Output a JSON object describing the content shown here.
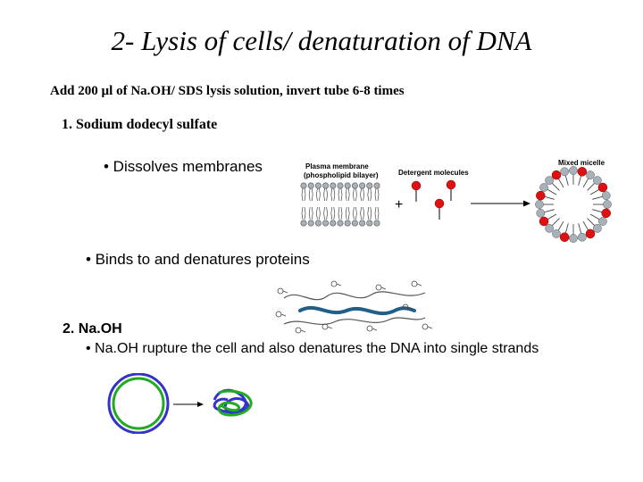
{
  "slide": {
    "title": "2- Lysis of cells/ denaturation of DNA",
    "instruction": "Add 200 µl of Na.OH/ SDS lysis solution, invert tube 6-8 times",
    "section1": {
      "heading": "1. Sodium dodecyl sulfate",
      "bullets": [
        "• Dissolves membranes",
        "• Binds to and denatures proteins"
      ]
    },
    "section2": {
      "heading": "2. Na.OH",
      "bullet": "• Na.OH rupture the cell and also denatures the DNA into single strands"
    },
    "membrane_figure": {
      "plasma_membrane_label": "Plasma membrane (phospholipid bilayer)",
      "plasma_membrane_line1": "Plasma membrane",
      "plasma_membrane_line2": "(phospholipid bilayer)",
      "detergent_label": "Detergent molecules",
      "plus": "+",
      "micelle_label": "Mixed micelle"
    },
    "colors": {
      "detergent_head": "#dd1111",
      "lipid_head": "#a8b0b8",
      "dna_circle_outer": "#3333cc",
      "dna_circle_inner": "#22aa22",
      "protein_strand": "#1f5f8a"
    }
  }
}
